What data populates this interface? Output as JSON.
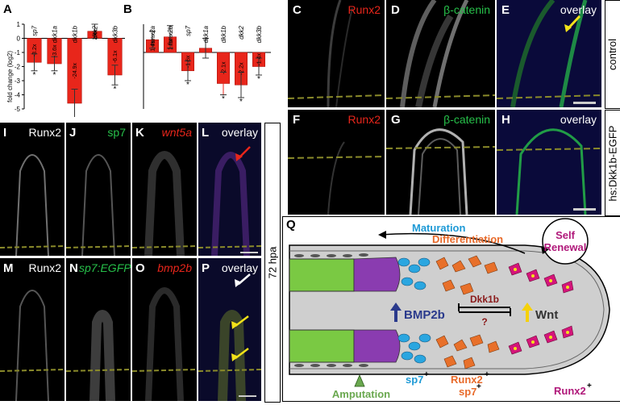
{
  "panels": {
    "A": "A",
    "B": "B",
    "C": "C",
    "D": "D",
    "E": "E",
    "F": "F",
    "G": "G",
    "H": "H",
    "I": "I",
    "J": "J",
    "K": "K",
    "L": "L",
    "M": "M",
    "N": "N",
    "O": "O",
    "P": "P",
    "Q": "Q"
  },
  "labels": {
    "runx2": "Runx2",
    "bcat": "β-catenin",
    "overlay": "overlay",
    "sp7": "sp7",
    "wnt5a": "wnt5a",
    "sp7egfp": "sp7:EGFP",
    "bmp2b": "bmp2b"
  },
  "side_labels": {
    "control": "control",
    "hs": "hs:Dkk1b-EGFP",
    "hpa": "72 hpa"
  },
  "colors": {
    "red": "#e8261b",
    "green": "#27c04a",
    "white": "#ffffff",
    "dash": "#8a8a2a"
  },
  "chart_data": [
    {
      "type": "bar",
      "panel": "A",
      "ylabel": "fold change (log2)",
      "categories": [
        "sp7",
        "dkk1a",
        "dkk1b",
        "dkk2",
        "dkk3b"
      ],
      "values": [
        -1.7,
        -1.8,
        -4.6,
        0.5,
        -2.6
      ],
      "errors": [
        0.6,
        0.5,
        1.0,
        0.5,
        0.7
      ],
      "labels": [
        "-3.2x",
        "-3.6x",
        "-24.9x",
        "1.4x",
        "-6.1x"
      ],
      "significant": [
        true,
        true,
        true,
        false,
        true
      ],
      "ylim": [
        -5,
        1
      ],
      "yticks": [
        -5,
        -4,
        -3,
        -2,
        -1,
        0,
        1
      ],
      "color": "#e8261b"
    },
    {
      "type": "bar",
      "panel": "B",
      "categories": [
        "runx2a",
        "runx2b",
        "sp7",
        "dkk1a",
        "dkk1b",
        "dkk2",
        "dkk3b"
      ],
      "values": [
        0.45,
        0.55,
        -0.65,
        0.15,
        -1.1,
        -1.15,
        -0.5
      ],
      "errors": [
        0.3,
        0.4,
        0.35,
        0.35,
        0.4,
        0.45,
        0.3
      ],
      "labels": [
        "1.4x",
        "1.5x",
        "-1.6x",
        "",
        "-2.1x",
        "-2.2x",
        "-1.4x"
      ],
      "significant": [
        false,
        false,
        true,
        false,
        true,
        true,
        true
      ],
      "ylim": [
        -2,
        1
      ],
      "color": "#e8261b"
    }
  ],
  "diagram": {
    "maturation": "Maturation",
    "differentiation": "Differentiation",
    "self_renewal_1": "Self",
    "self_renewal_2": "Renewal",
    "bmp": "BMP2b",
    "dkk": "Dkk1b",
    "question": "?",
    "wnt": "Wnt",
    "runx2_label": "Runx2",
    "sp7_label": "sp7",
    "runx2sp7_1": "Runx2",
    "runx2sp7_2": "sp7",
    "amputation": "Amputation",
    "sup": "+",
    "colors": {
      "maturation": "#1e9ad6",
      "differentiation": "#e86a2a",
      "self": "#b0187a",
      "bmp": "#2a3a8c",
      "dkk": "#8a1a1a",
      "wnt_text": "#333333",
      "wnt_arrow": "#f5d10a",
      "bone": "#7ac943",
      "purple": "#8a3cb0",
      "blue_cell": "#2aa6e0",
      "orange_cell": "#e8702a",
      "magenta_cell": "#d4157a",
      "tissue": "#cfcfcf",
      "amputation": "#6aa84f"
    }
  }
}
